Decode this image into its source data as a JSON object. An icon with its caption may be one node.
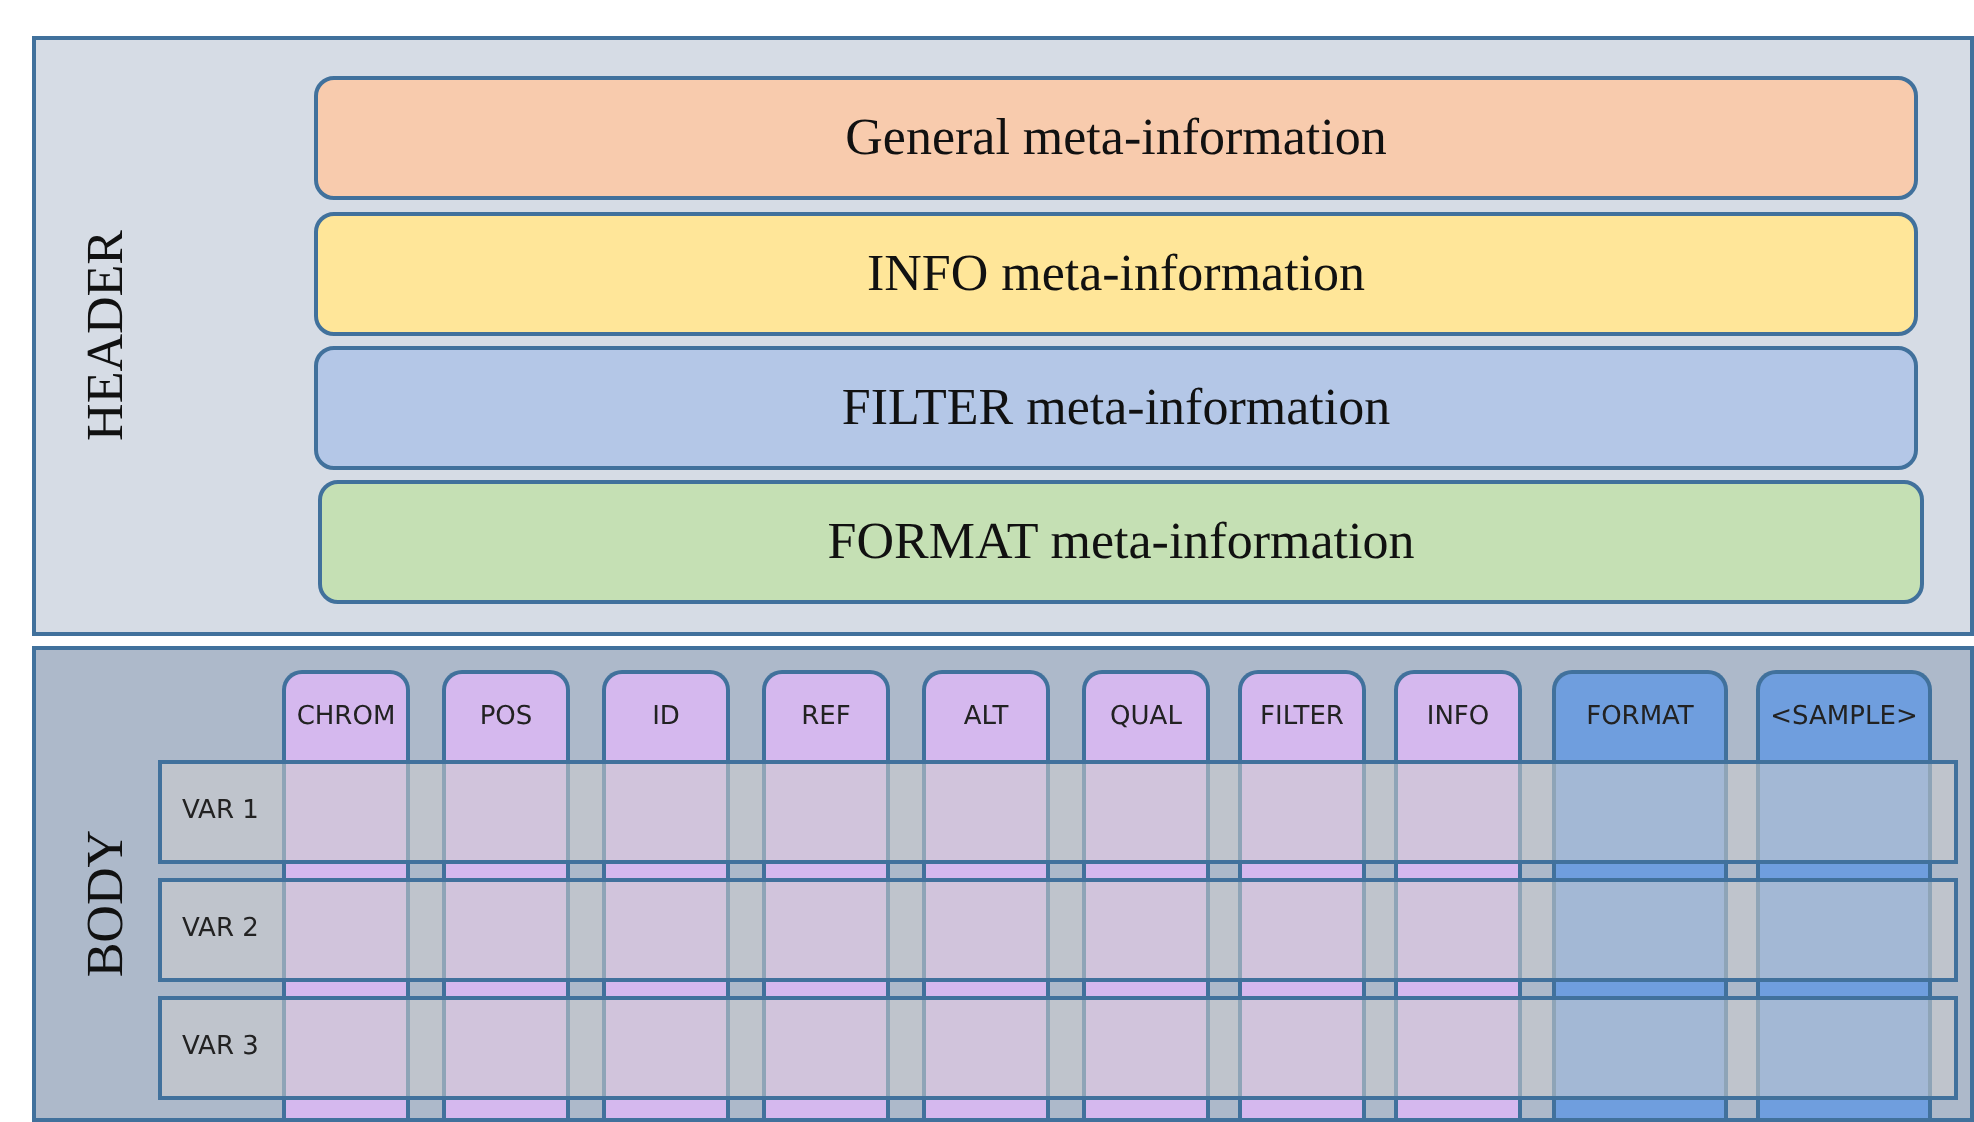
{
  "diagram": {
    "nodes": [
      {
        "text": [
          "HEADER"
        ]
      },
      {
        "text": [
          "General meta-information"
        ],
        "in": 0
      },
      {
        "text": [
          "INFO meta-information"
        ],
        "in": 0
      },
      {
        "text": [
          "FILTER meta-information"
        ],
        "in": 0
      },
      {
        "text": [
          "FORMAT meta-information"
        ],
        "in": 0
      },
      {
        "text": [
          "BODY"
        ]
      },
      {
        "text": [
          "CHROM"
        ],
        "in": 5
      },
      {
        "text": [
          "POS"
        ],
        "in": 5
      },
      {
        "text": [
          "ID"
        ],
        "in": 5
      },
      {
        "text": [
          "REF"
        ],
        "in": 5
      },
      {
        "text": [
          "ALT"
        ],
        "in": 5
      },
      {
        "text": [
          "QUAL"
        ],
        "in": 5
      },
      {
        "text": [
          "FILTER"
        ],
        "in": 5
      },
      {
        "text": [
          "INFO"
        ],
        "in": 5
      },
      {
        "text": [
          "FORMAT"
        ],
        "in": 5
      },
      {
        "text": [
          "<SAMPLE>"
        ],
        "in": 5
      },
      {
        "text": [
          "VAR 1"
        ],
        "in": 5
      },
      {
        "text": [
          "VAR 2"
        ],
        "in": 5
      },
      {
        "text": [
          "VAR 3"
        ],
        "in": 5
      }
    ]
  }
}
